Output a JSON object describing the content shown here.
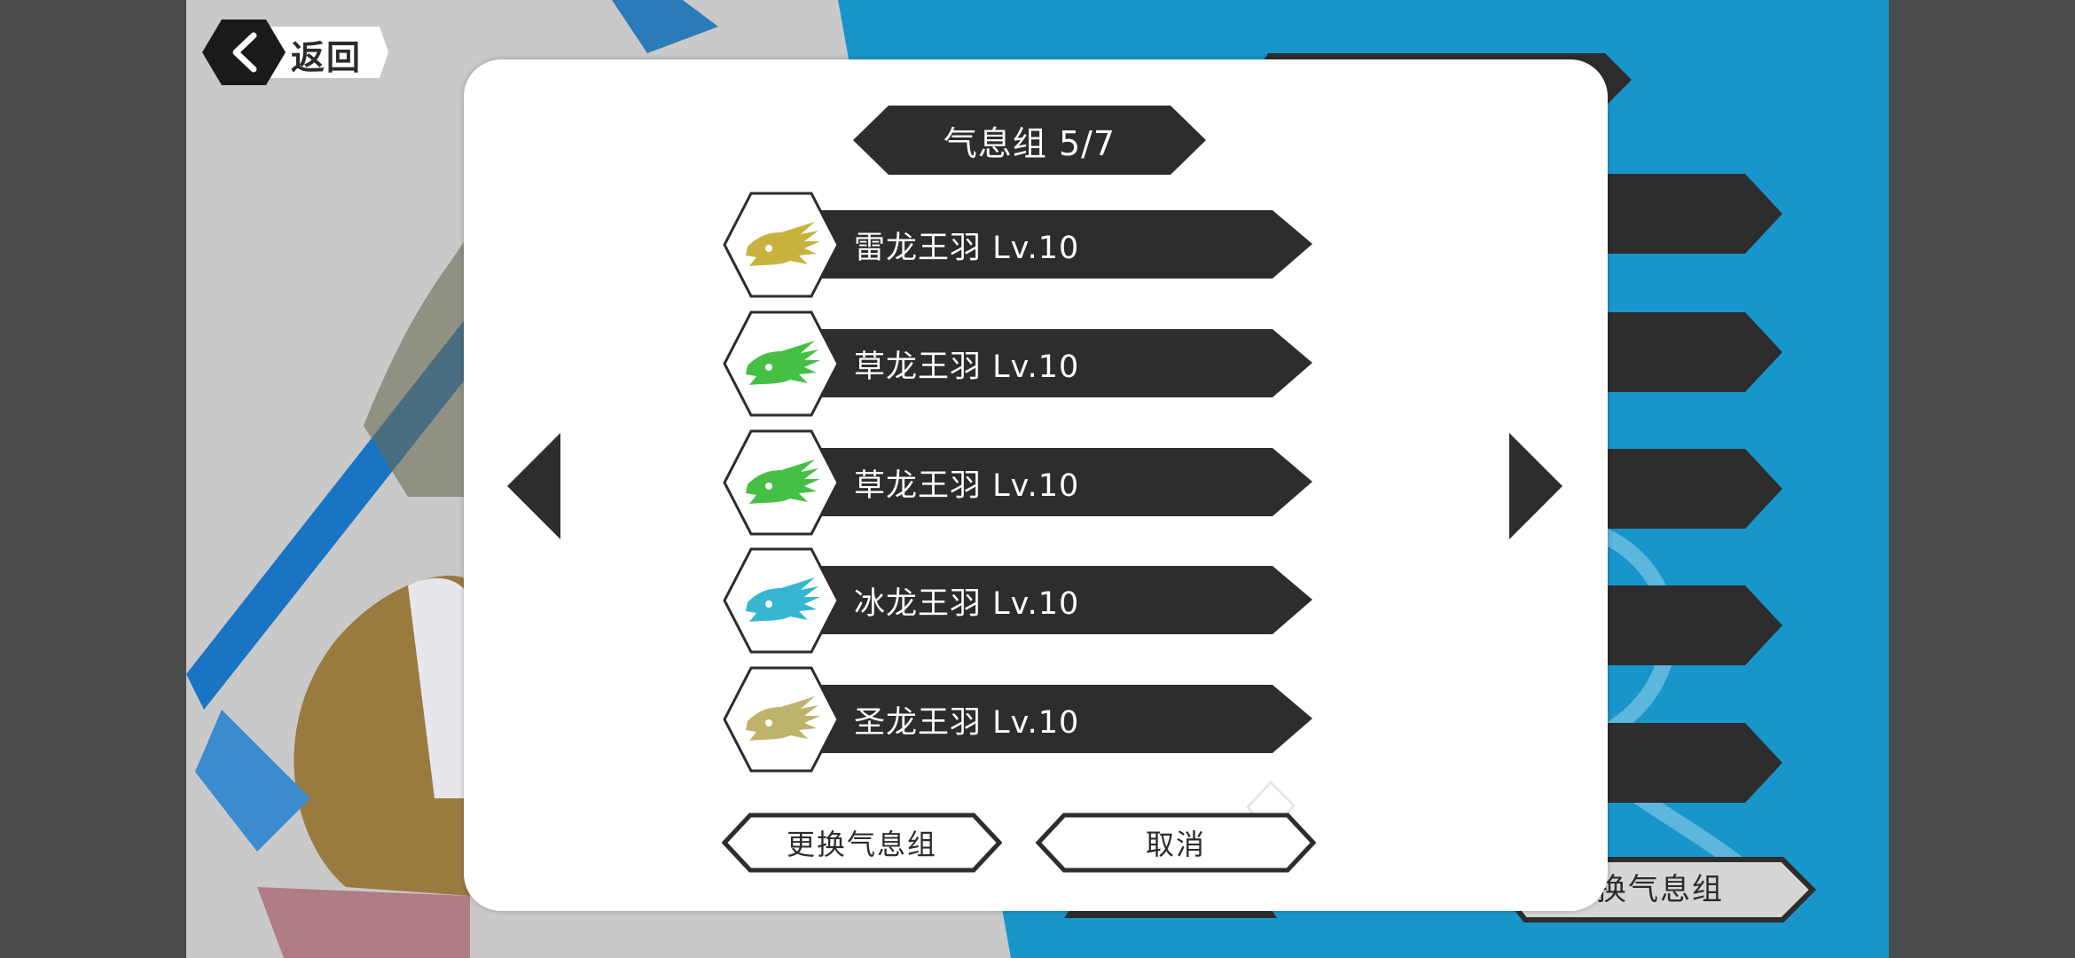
{
  "nav": {
    "back_label": "返回"
  },
  "modal": {
    "title": "气息组 5/7",
    "items": [
      {
        "label": "雷龙王羽 Lv.10",
        "icon": "thunder-dragon-feather-icon",
        "color": "#c9b13e"
      },
      {
        "label": "草龙王羽 Lv.10",
        "icon": "grass-dragon-feather-icon",
        "color": "#45c044"
      },
      {
        "label": "草龙王羽 Lv.10",
        "icon": "grass-dragon-feather-icon",
        "color": "#45c044"
      },
      {
        "label": "冰龙王羽 Lv.10",
        "icon": "ice-dragon-feather-icon",
        "color": "#37b6d2"
      },
      {
        "label": "圣龙王羽 Lv.10",
        "icon": "holy-dragon-feather-icon",
        "color": "#bfb36a"
      }
    ],
    "confirm_label": "更换气息组",
    "cancel_label": "取消"
  },
  "background": {
    "change_group_label": "换气息组",
    "accent_color": "#1896cc",
    "dark_color": "#2d2d2d"
  }
}
